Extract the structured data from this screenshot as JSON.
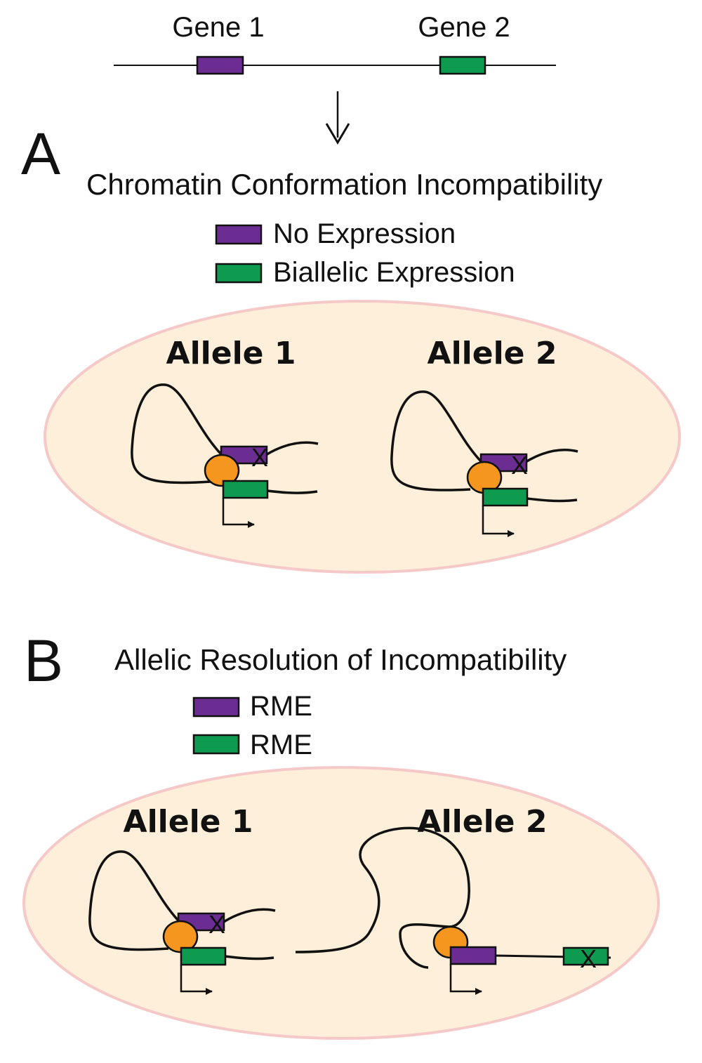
{
  "colors": {
    "gene1": "#6b2d91",
    "gene2": "#0e9a4f",
    "protein": "#f5961f",
    "cell_fill": "#fdefd9",
    "cell_stroke": "#f6c9c9",
    "line": "#111111"
  },
  "top": {
    "gene1_label": "Gene 1",
    "gene2_label": "Gene 2"
  },
  "panel_a": {
    "letter": "A",
    "title": "Chromatin Conformation Incompatibility",
    "legend": [
      {
        "color_key": "gene1",
        "label": "No Expression"
      },
      {
        "color_key": "gene2",
        "label": "Biallelic Expression"
      }
    ],
    "allele1_label": "Allele 1",
    "allele2_label": "Allele 2",
    "x_mark": "X"
  },
  "panel_b": {
    "letter": "B",
    "title": "Allelic Resolution of Incompatibility",
    "legend": [
      {
        "color_key": "gene1",
        "label": "RME"
      },
      {
        "color_key": "gene2",
        "label": "RME"
      }
    ],
    "allele1_label": "Allele 1",
    "allele2_label": "Allele 2",
    "x_mark": "X"
  }
}
